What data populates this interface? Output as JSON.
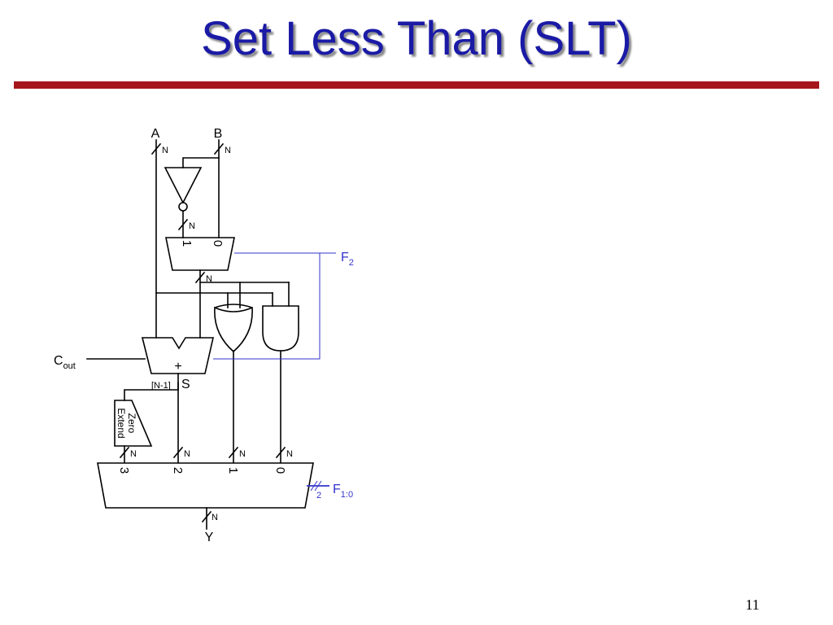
{
  "slide": {
    "title": "Set Less Than (SLT)",
    "page_number": "11"
  },
  "diagram": {
    "inputs": {
      "a": "A",
      "b": "B"
    },
    "bus_width": "N",
    "control_f2": {
      "base": "F",
      "sub": "2"
    },
    "control_f10": {
      "base": "F",
      "sub": "1:0",
      "width": "2"
    },
    "b_mux": {
      "in1": "1",
      "in0": "0"
    },
    "adder": {
      "symbol": "+",
      "sum": "S",
      "carry": {
        "base": "C",
        "sub": "out"
      }
    },
    "msb_tap": "[N-1]",
    "zero_extend": {
      "line1": "Zero",
      "line2": "Extend"
    },
    "output_mux": {
      "in3": "3",
      "in2": "2",
      "in1": "1",
      "in0": "0"
    },
    "output": "Y",
    "colors": {
      "wire": "#000000",
      "control": "#3333cc",
      "title": "#1a1aa6",
      "rule": "#a5161c"
    }
  }
}
